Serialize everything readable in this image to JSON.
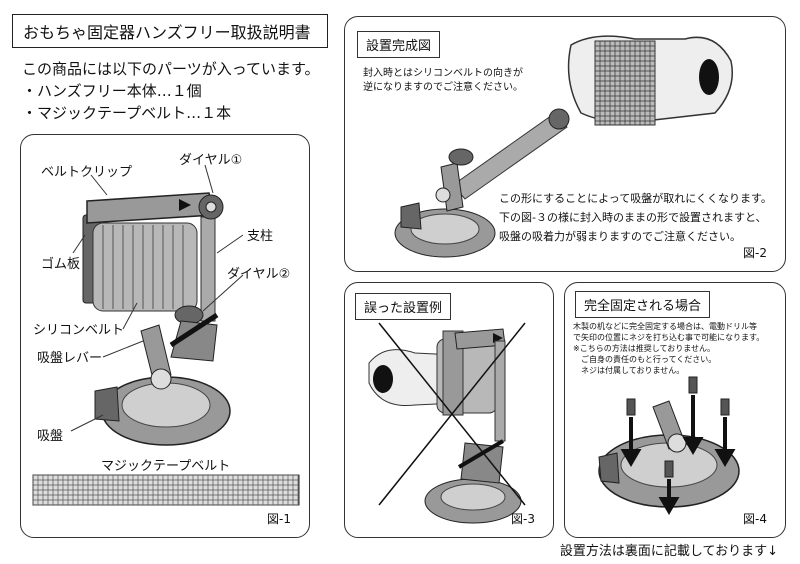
{
  "title": "おもちゃ固定器ハンズフリー取扱説明書",
  "intro": {
    "heading": "この商品には以下のパーツが入っています。",
    "items": [
      "・ハンズフリー本体…１個",
      "・マジックテープベルト…１本"
    ]
  },
  "panel1": {
    "labels": {
      "belt_clip": "ベルトクリップ",
      "dial1": "ダイヤル①",
      "pillar": "支柱",
      "rubber_plate": "ゴム板",
      "dial2": "ダイヤル②",
      "silicone_belt": "シリコンベルト",
      "suction_lever": "吸盤レバー",
      "suction_cup": "吸盤",
      "velcro_belt": "マジックテープベルト"
    },
    "fig": "図-1"
  },
  "panel2": {
    "title": "設置完成図",
    "note": [
      "封入時とはシリコンベルトの向きが",
      "逆になりますのでご注意ください。"
    ],
    "desc": [
      "この形にすることによって吸盤が取れにくくなります。",
      "下の図-３の様に封入時のままの形で設置されますと、",
      "吸盤の吸着力が弱まりますのでご注意ください。"
    ],
    "fig": "図-2"
  },
  "panel3": {
    "title": "誤った設置例",
    "fig": "図-3"
  },
  "panel4": {
    "title": "完全固定される場合",
    "text": [
      "木製の机などに完全固定する場合は、電動ドリル等",
      "で矢印の位置にネジを打ち込む事で可能になります。",
      "※こちらの方法は推奨しておりません。",
      "　ご自身の責任のもと行ってください。",
      "　ネジは付属しておりません。"
    ],
    "fig": "図-4"
  },
  "footer": "設置方法は裏面に記載しております↓"
}
